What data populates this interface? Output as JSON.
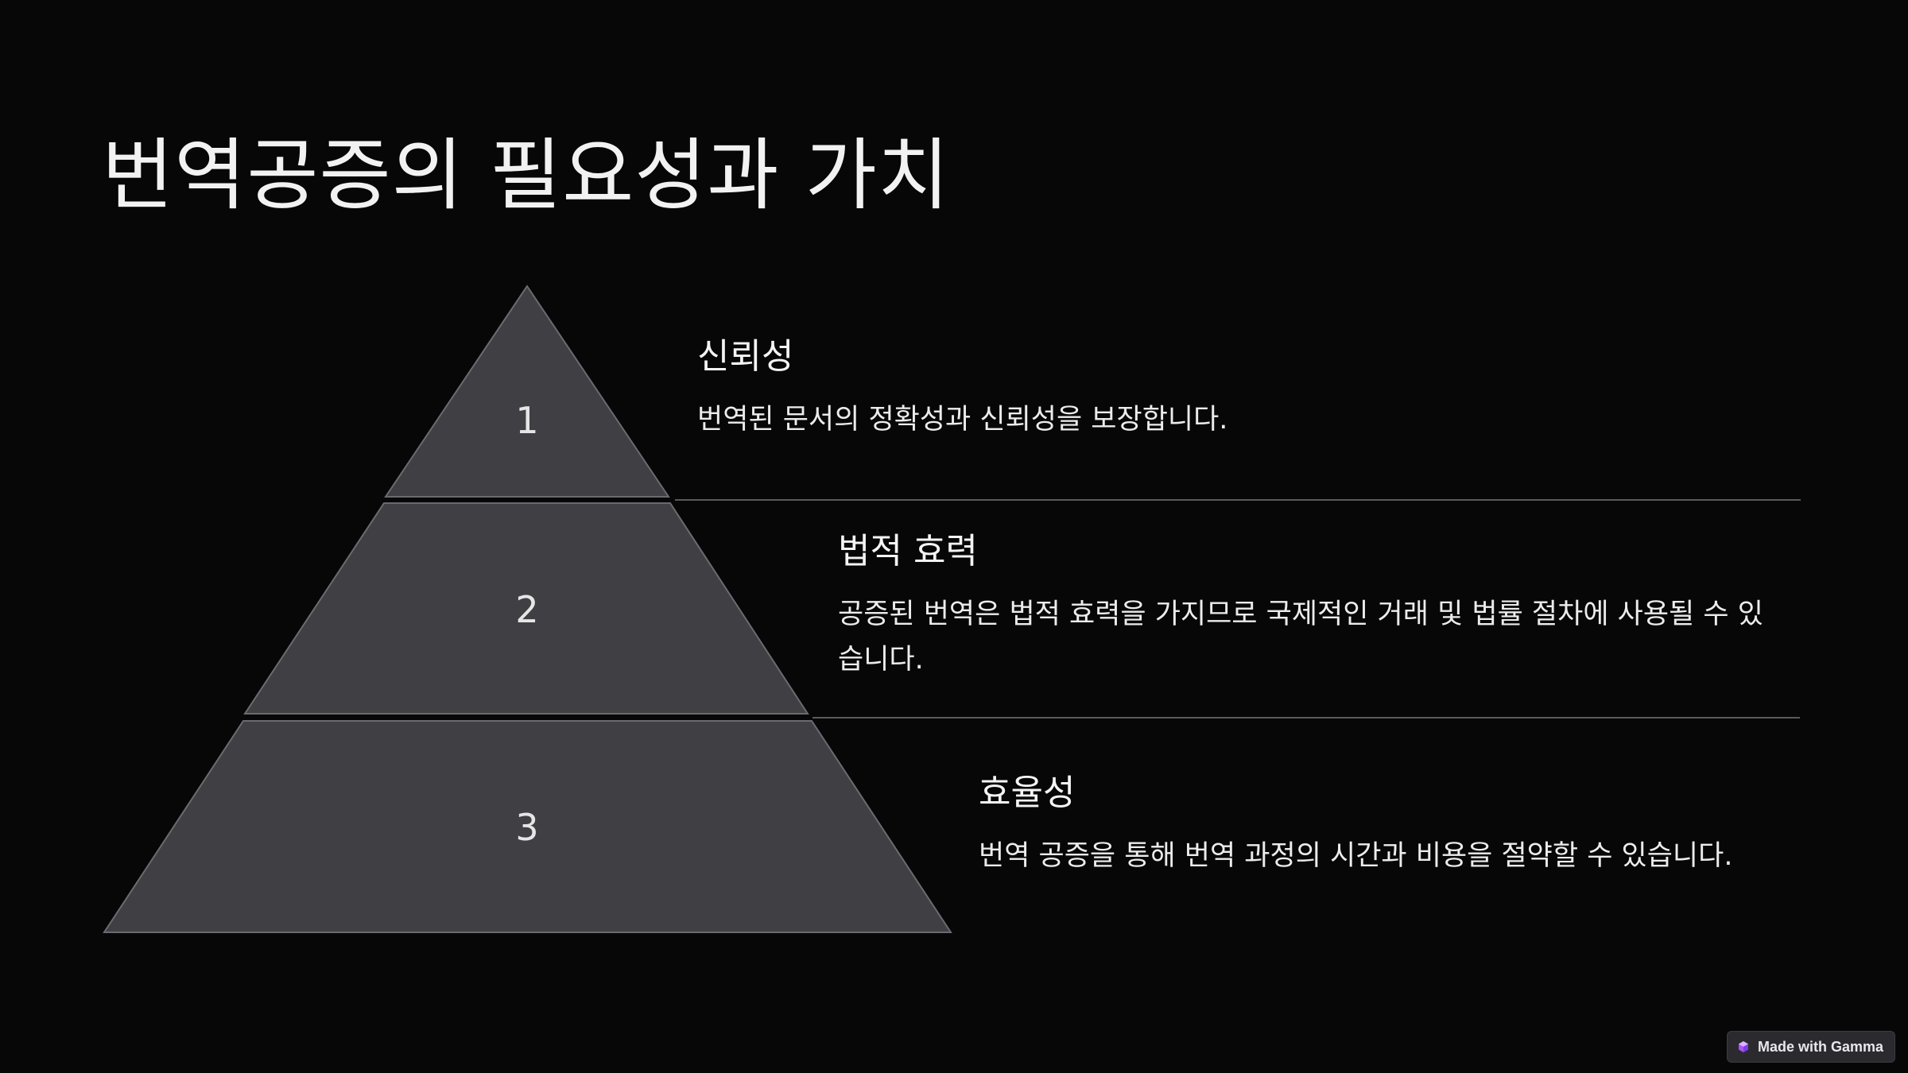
{
  "slide": {
    "title": "번역공증의 필요성과 가치"
  },
  "pyramid": {
    "tiers": [
      {
        "number": "1",
        "heading": "신뢰성",
        "description": "번역된 문서의 정확성과 신뢰성을 보장합니다."
      },
      {
        "number": "2",
        "heading": "법적 효력",
        "description": "공증된 번역은 법적 효력을 가지므로 국제적인 거래 및 법률 절차에 사용될 수 있습니다."
      },
      {
        "number": "3",
        "heading": "효율성",
        "description": "번역 공증을 통해 번역 과정의 시간과 비용을 절약할 수 있습니다."
      }
    ]
  },
  "colors": {
    "background": "#070707",
    "tier_fill": "#404044",
    "tier_stroke": "#6a6a70",
    "text": "#f2f2f2",
    "divider": "#5a5a5e",
    "badge_icon": "#a855f7"
  },
  "badge": {
    "label": "Made with Gamma",
    "icon": "gamma-logo-icon"
  }
}
